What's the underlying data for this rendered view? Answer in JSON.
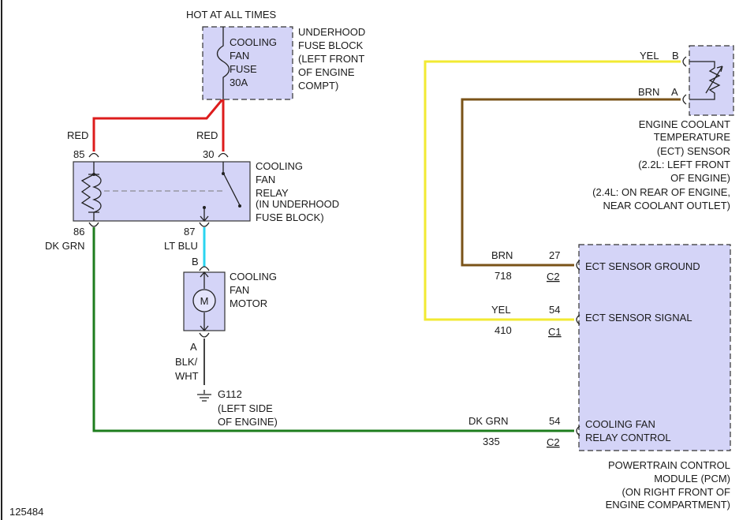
{
  "figure_id": "125484",
  "colors": {
    "red": "#dd1c1c",
    "yellow": "#f2ea32",
    "brown": "#7a5318",
    "green": "#1e7d1e",
    "ltblue": "#2ad4f0",
    "black": "#444444",
    "component_fill": "#d4d4f7"
  },
  "fuse_block": {
    "hot": "HOT AT ALL TIMES",
    "fuse_lines": [
      "COOLING",
      "FAN",
      "FUSE",
      "30A"
    ],
    "desc_lines": [
      "UNDERHOOD",
      "FUSE BLOCK",
      "(LEFT FRONT",
      "OF ENGINE",
      "COMPT)"
    ]
  },
  "relay": {
    "wire_85": "RED",
    "pin_85": "85",
    "wire_30": "RED",
    "pin_30": "30",
    "pin_86": "86",
    "wire_86": "DK GRN",
    "pin_87": "87",
    "wire_87": "LT BLU",
    "desc_lines": [
      "COOLING",
      "FAN",
      "RELAY",
      "(IN UNDERHOOD",
      "FUSE BLOCK)"
    ]
  },
  "motor": {
    "pin_b": "B",
    "pin_a": "A",
    "symbol": "M",
    "desc_lines": [
      "COOLING",
      "FAN",
      "MOTOR"
    ],
    "ground_wire_lines": [
      "BLK/",
      "WHT"
    ]
  },
  "ground": {
    "lines": [
      "G112",
      "(LEFT SIDE",
      "OF ENGINE)"
    ]
  },
  "ect_sensor": {
    "wire_b": "YEL",
    "pin_b": "B",
    "wire_a": "BRN",
    "pin_a": "A",
    "desc_lines": [
      "ENGINE COOLANT",
      "TEMPERATURE",
      "(ECT) SENSOR",
      "(2.2L: LEFT FRONT",
      "OF ENGINE)",
      "(2.4L: ON REAR OF ENGINE,",
      "NEAR COOLANT OUTLET)"
    ]
  },
  "pcm": {
    "pins": [
      {
        "wire": "BRN",
        "circuit": "718",
        "pin": "27",
        "connector": "C2",
        "label": "ECT SENSOR GROUND"
      },
      {
        "wire": "YEL",
        "circuit": "410",
        "pin": "54",
        "connector": "C1",
        "label": "ECT SENSOR SIGNAL"
      },
      {
        "wire": "DK GRN",
        "circuit": "335",
        "pin": "54",
        "connector": "C2",
        "label_lines": [
          "COOLING FAN",
          "RELAY CONTROL"
        ]
      }
    ],
    "desc_lines": [
      "POWERTRAIN CONTROL",
      "MODULE (PCM)",
      "(ON RIGHT FRONT OF",
      "ENGINE COMPARTMENT)"
    ]
  }
}
